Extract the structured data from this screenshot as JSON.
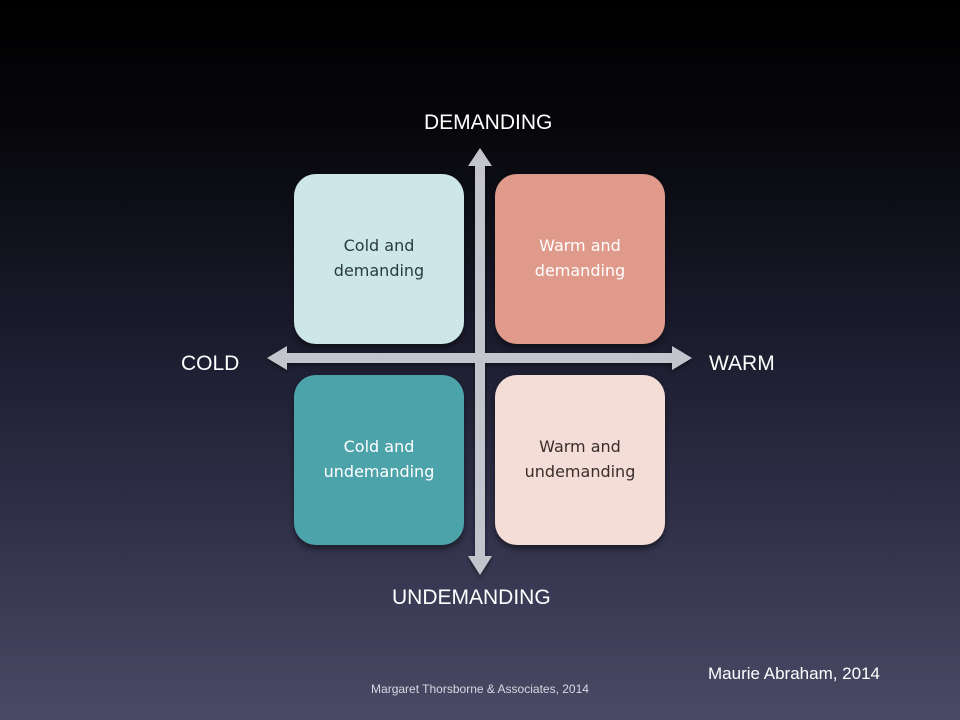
{
  "axes": {
    "top": "DEMANDING",
    "bottom": "UNDEMANDING",
    "left": "COLD",
    "right": "WARM"
  },
  "quadrants": {
    "top_left": "Cold and demanding",
    "top_right": "Warm and demanding",
    "bottom_left": "Cold and undemanding",
    "bottom_right": "Warm and undemanding"
  },
  "colors": {
    "top_left": "#cde6e8",
    "top_right": "#e09a8b",
    "bottom_left": "#4da3aa",
    "bottom_right": "#f4dcd7",
    "arrow": "#c4c4cc"
  },
  "credits": {
    "author": "Maurie Abraham, 2014",
    "footer": "Margaret Thorsborne & Associates, 2014"
  }
}
